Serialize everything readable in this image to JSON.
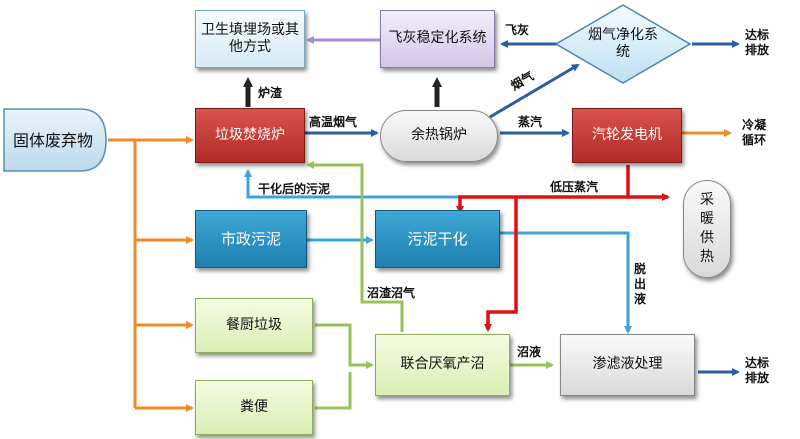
{
  "nodes": {
    "solid_waste": "固体废弃物",
    "landfill": "卫生填埋场或其他方式",
    "flyash_stabilization": "飞灰稳定化系统",
    "flue_gas_purification": "烟气净化系统",
    "incinerator": "垃圾焚烧炉",
    "waste_heat_boiler": "余热锅炉",
    "steam_turbine": "汽轮发电机",
    "municipal_sludge": "市政污泥",
    "sludge_drying": "污泥干化",
    "kitchen_waste": "餐厨垃圾",
    "manure": "粪便",
    "anaerobic_digestion": "联合厌氧产沼",
    "leachate_treatment": "渗滤液处理",
    "heating_supply": "采暖供热"
  },
  "labels": {
    "fly_ash": "飞灰",
    "slag": "炉渣",
    "flue_gas": "烟气",
    "high_temp_flue_gas": "高温烟气",
    "steam": "蒸汽",
    "low_pressure_steam": "低压蒸汽",
    "dried_sludge": "干化后的污泥",
    "residue_biogas": "沼渣沼气",
    "biogas_slurry": "沼液",
    "removed_liquid": "脱出液",
    "cooling_cycle": "冷凝循环",
    "discharge_top": "达标排放",
    "discharge_bottom": "达标排放"
  },
  "colors": {
    "orange_flow": "#f08a24",
    "green_flow": "#9bc25a",
    "blue_flow": "#3aa6d8",
    "red_flow": "#e01010",
    "navy_flow": "#2b5e9e",
    "purple_flow": "#a48fd0"
  }
}
